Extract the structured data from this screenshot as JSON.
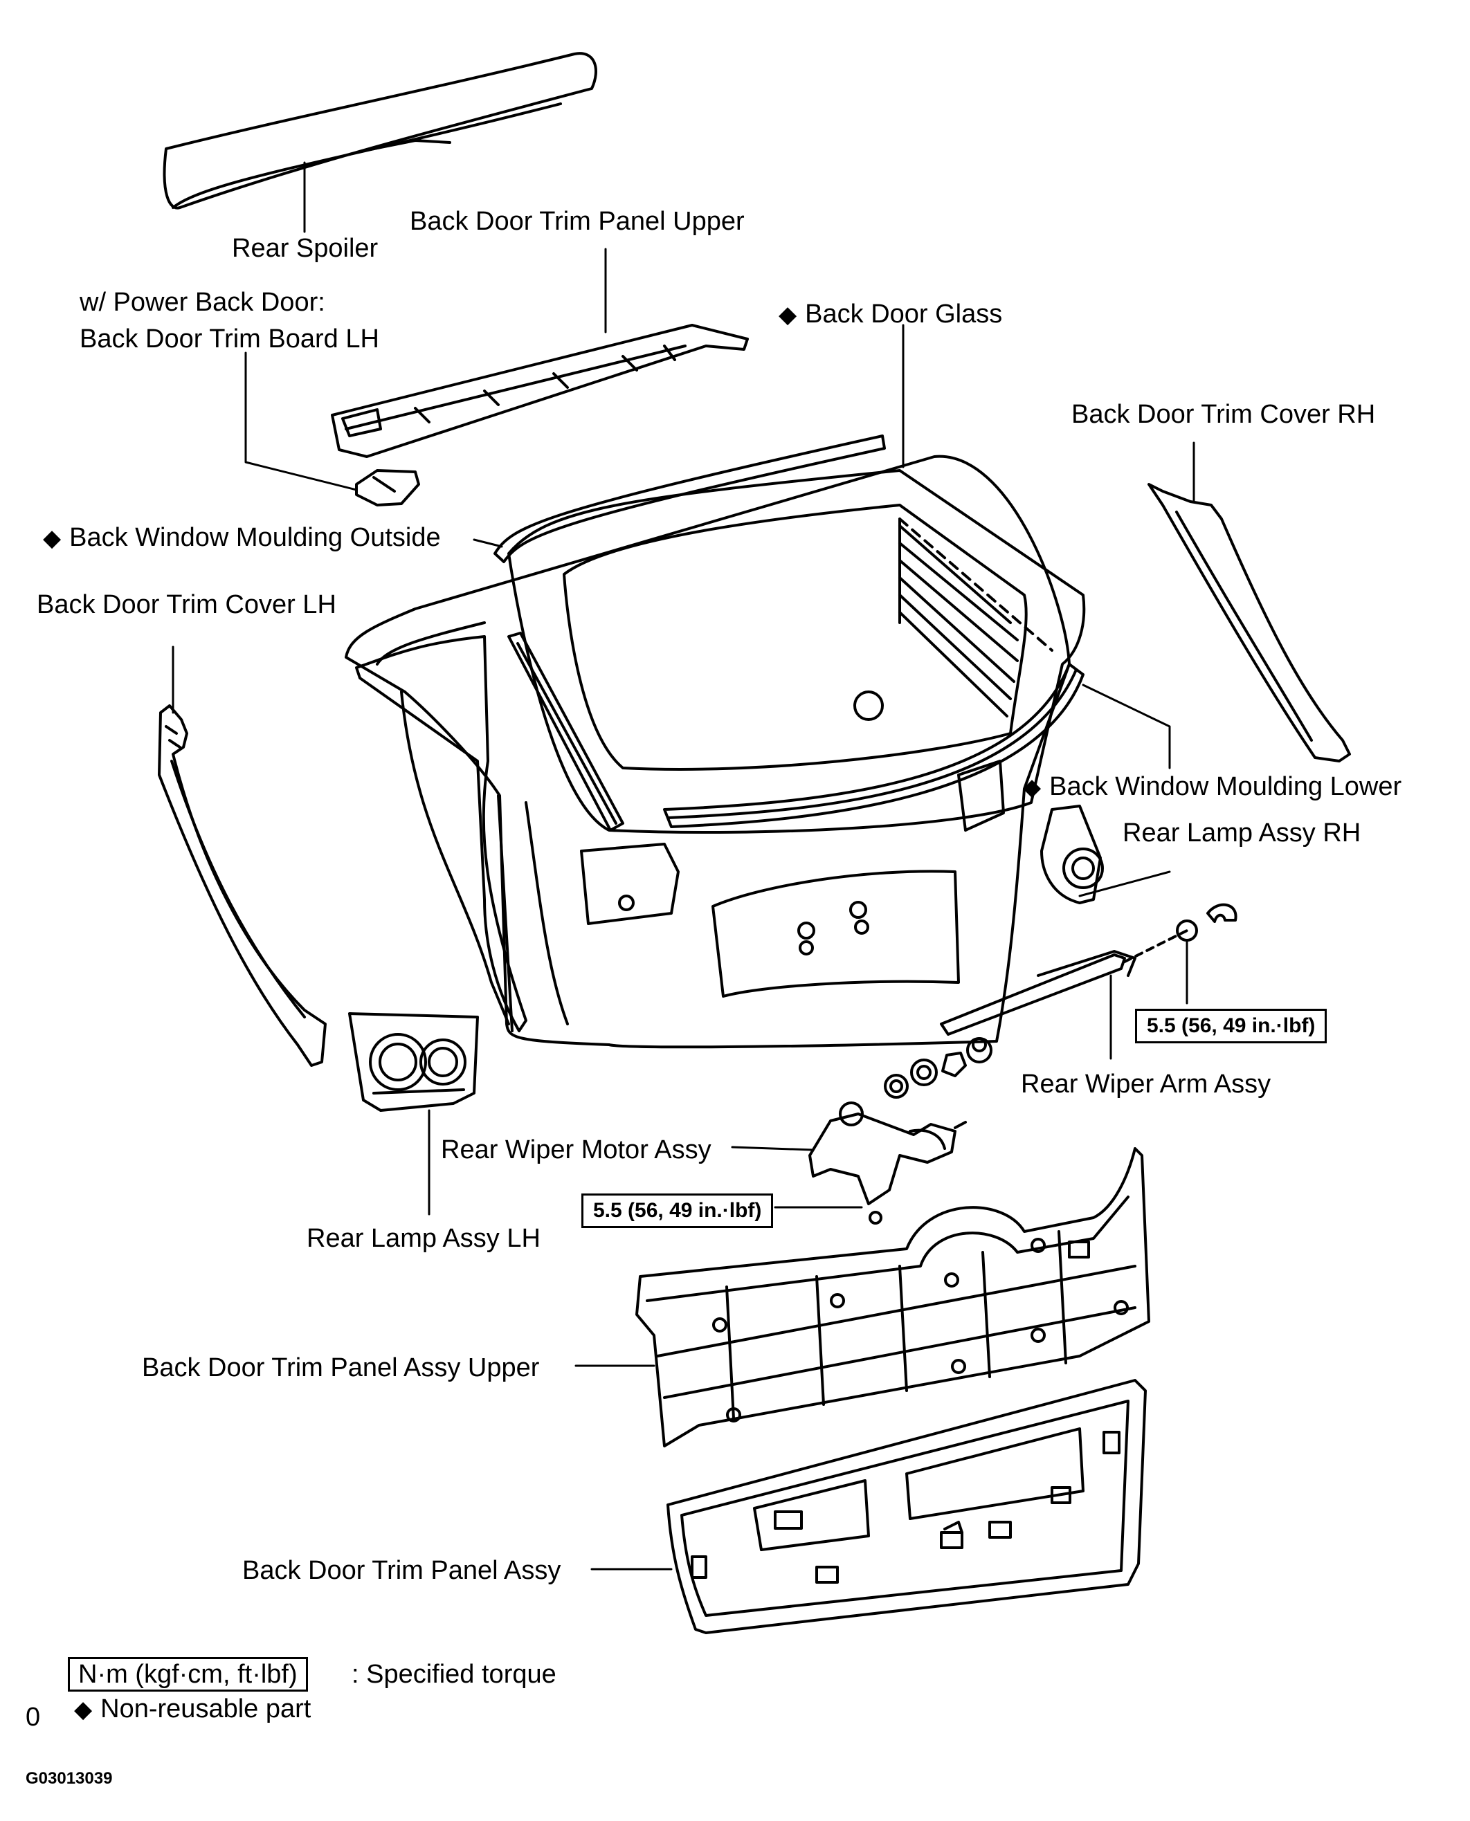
{
  "labels": {
    "rear_spoiler": "Rear Spoiler",
    "trim_panel_upper": "Back Door Trim Panel Upper",
    "power_door_note": "w/ Power Back Door:",
    "trim_board_lh": "Back Door Trim Board LH",
    "back_door_glass": "Back Door Glass",
    "trim_cover_rh": "Back Door Trim Cover RH",
    "moulding_outside": "Back Window Moulding Outside",
    "trim_cover_lh": "Back Door Trim Cover LH",
    "moulding_lower": "Back Window Moulding Lower",
    "rear_lamp_rh": "Rear Lamp Assy RH",
    "wiper_arm": "Rear Wiper Arm Assy",
    "wiper_motor": "Rear Wiper Motor Assy",
    "rear_lamp_lh": "Rear Lamp Assy LH",
    "trim_panel_assy_upper": "Back Door Trim Panel Assy Upper",
    "trim_panel_assy": "Back Door Trim Panel Assy"
  },
  "torque": {
    "wiper_arm_nut": "5.5 (56, 49 in.·lbf)",
    "wiper_motor_bolt": "5.5 (56, 49 in.·lbf)"
  },
  "legend": {
    "torque_unit": "N·m (kgf·cm, ft·lbf)",
    "torque_desc": ": Specified torque",
    "nonreusable_desc": "Non-reusable part",
    "nonreusable_symbol": "◆",
    "stray_mark": "0"
  },
  "figure_id": "G03013039"
}
